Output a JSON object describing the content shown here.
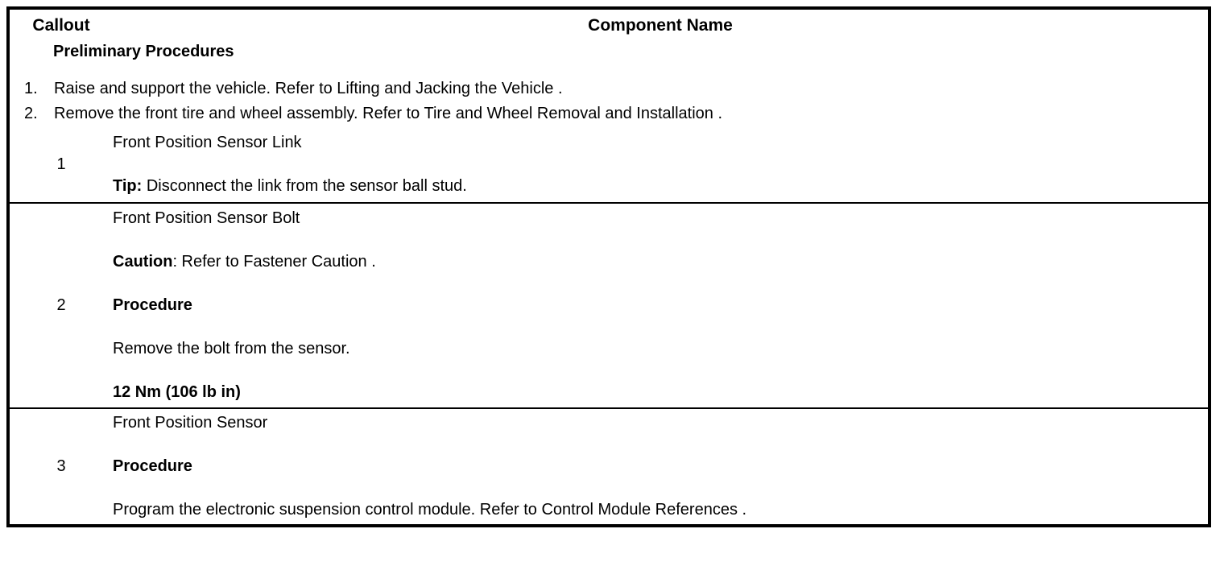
{
  "table": {
    "headers": {
      "callout": "Callout",
      "component_name": "Component Name"
    },
    "preliminary": {
      "title": "Preliminary Procedures",
      "steps": [
        {
          "num": "1.",
          "text": "Raise and support the vehicle. Refer to Lifting and Jacking the Vehicle ."
        },
        {
          "num": "2.",
          "text": "Remove the front tire and wheel assembly. Refer to Tire and Wheel Removal and Installation ."
        }
      ]
    },
    "rows": [
      {
        "callout": "1",
        "name": "Front Position Sensor Link",
        "lines": [
          {
            "label": "Tip:",
            "label_bold": true,
            "text": " Disconnect the link from the sensor ball stud."
          }
        ]
      },
      {
        "callout": "2",
        "name": "Front Position Sensor Bolt",
        "lines": [
          {
            "label": "Caution",
            "label_bold": true,
            "text": ": Refer to Fastener Caution ."
          },
          {
            "label": "Procedure",
            "label_bold": true,
            "text": ""
          },
          {
            "label": "",
            "label_bold": false,
            "text": "Remove the bolt from the sensor."
          },
          {
            "label": "12 Nm (106 lb in)",
            "label_bold": true,
            "text": ""
          }
        ]
      },
      {
        "callout": "3",
        "name": "Front Position Sensor",
        "lines": [
          {
            "label": "Procedure",
            "label_bold": true,
            "text": ""
          },
          {
            "label": "",
            "label_bold": false,
            "text": "Program the electronic suspension control module. Refer to Control Module References ."
          }
        ]
      }
    ]
  },
  "colors": {
    "border": "#000000",
    "text": "#000000",
    "background": "#ffffff"
  }
}
